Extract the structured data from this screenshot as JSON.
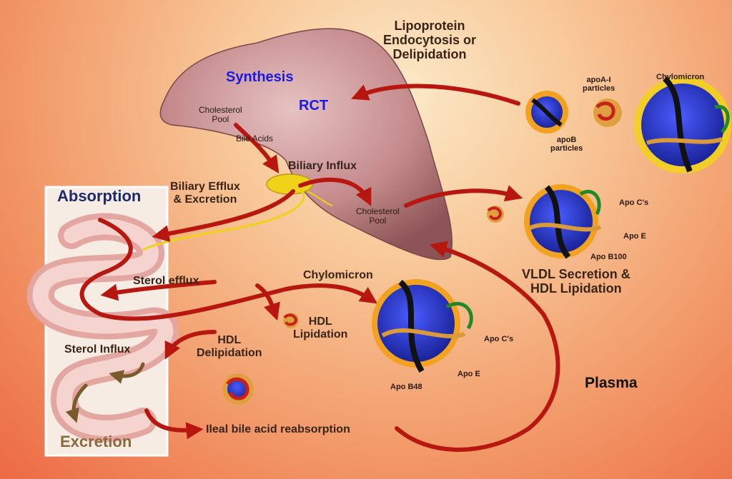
{
  "labels": {
    "synthesis": "Synthesis",
    "rct": "RCT",
    "cholesterol_pool_top": "Cholesterol\nPool",
    "bile_acids": "Bile Acids",
    "biliary_influx": "Biliary Influx",
    "biliary_efflux": "Biliary Efflux\n& Excretion",
    "cholesterol_pool_mid": "Cholesterol\nPool",
    "absorption": "Absorption",
    "sterol_efflux": "Sterol  efflux",
    "sterol_influx": "Sterol Influx",
    "excretion": "Excretion",
    "hdl_delipidation": "HDL\nDelipidation",
    "hdl_lipidation": "HDL\nLipidation",
    "chylomicron_mid": "Chylomicron",
    "ileal": "Ileal bile acid reabsorption",
    "lipoprotein": "Lipoprotein\nEndocytosis or\nDelipidation",
    "apoa_particles": "apoA-I\nparticles",
    "apob_particles": "apoB\nparticles",
    "chylomicron_top": "Chylomicron",
    "apo_cs_vldl": "Apo C's",
    "apo_e_vldl": "Apo E",
    "apo_b100": "Apo B100",
    "vldl_secretion": "VLDL Secretion &\nHDL Lipidation",
    "apo_cs_chylo": "Apo C's",
    "apo_e_chylo": "Apo E",
    "apo_b48": "Apo B48",
    "plasma": "Plasma"
  },
  "colors": {
    "arrow": "#b8170f",
    "liver": "#c48a8c",
    "gallbladder": "#f0d21a",
    "intestine_panel": "#f7ece4",
    "particle_core": "#2a3ad8",
    "particle_shell": "#f2a21e"
  }
}
